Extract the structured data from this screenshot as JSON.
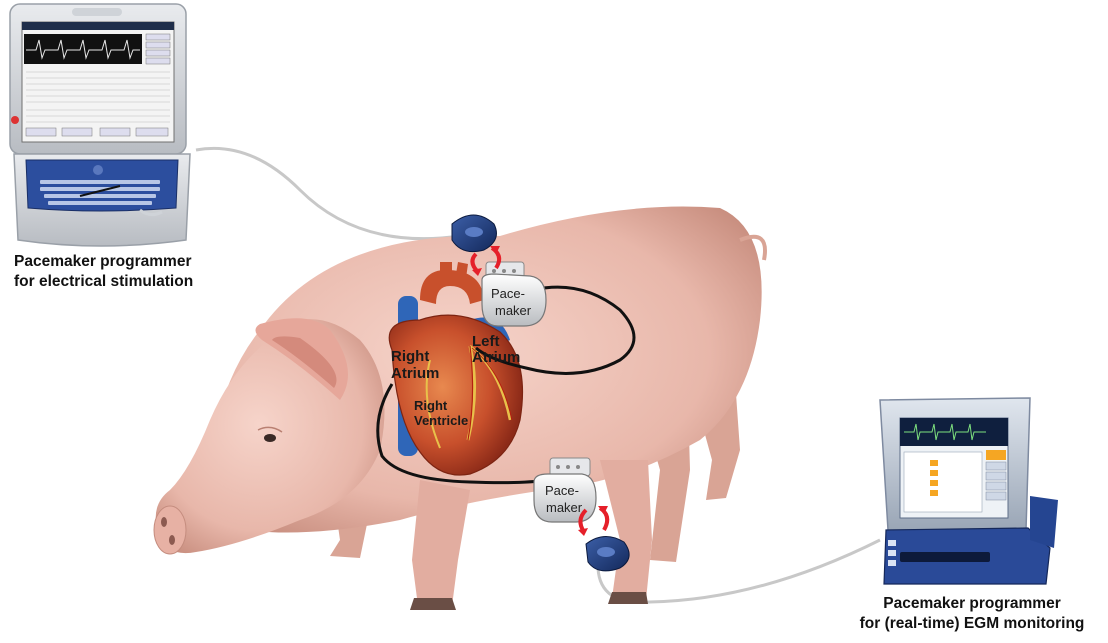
{
  "captions": {
    "left_programmer": [
      "Pacemaker programmer",
      "for electrical stimulation"
    ],
    "right_programmer": [
      "Pacemaker programmer",
      "for (real-time) EGM monitoring"
    ]
  },
  "heart_labels": {
    "right_atrium": [
      "Right",
      "Atrium"
    ],
    "left_atrium": [
      "Left",
      "Atrium"
    ],
    "right_ventricle": [
      "Right",
      "Ventricle"
    ]
  },
  "pacemakers": {
    "upper": [
      "Pace-",
      "maker"
    ],
    "lower": [
      "Pace-",
      "maker"
    ]
  },
  "colors": {
    "pig_skin": "#eab9ad",
    "lead_wire": "#111111",
    "cable": "#c8c8c8",
    "telemetry_arrow": "#e5202a",
    "wand": "#1c3b78",
    "heart": "#c24a2a"
  }
}
